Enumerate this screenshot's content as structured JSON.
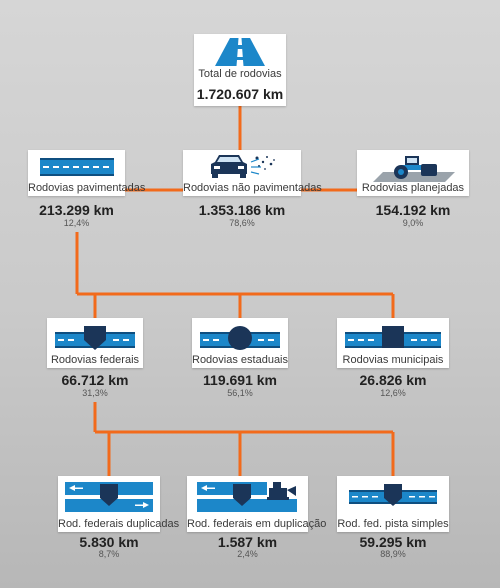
{
  "colors": {
    "connector": "#f26a1b",
    "road": "#1c87c9",
    "road_dark": "#0f4f80",
    "marker": "#1b3558"
  },
  "nodes": {
    "total": {
      "label": "Total de rodovias",
      "value": "1.720.607 km",
      "icon": "road-perspective-icon"
    },
    "pavimentadas": {
      "label": "Rodovias pavimentadas",
      "value": "213.299 km",
      "pct": "12,4%",
      "icon": "paved-road-icon"
    },
    "nao_pav": {
      "label": "Rodovias não pavimentadas",
      "value": "1.353.186 km",
      "pct": "78,6%",
      "icon": "car-dust-icon"
    },
    "planejadas": {
      "label": "Rodovias planejadas",
      "value": "154.192 km",
      "pct": "9,0%",
      "icon": "road-roller-icon"
    },
    "federais": {
      "label": "Rodovias federais",
      "value": "66.712 km",
      "pct": "31,3%",
      "icon": "federal-shield-road-icon"
    },
    "estaduais": {
      "label": "Rodovias estaduais",
      "value": "119.691 km",
      "pct": "56,1%",
      "icon": "state-circle-road-icon"
    },
    "municipais": {
      "label": "Rodovias municipais",
      "value": "26.826 km",
      "pct": "12,6%",
      "icon": "municipal-square-road-icon"
    },
    "duplicadas": {
      "label": "Rod. federais duplicadas",
      "value": "5.830 km",
      "pct": "8,7%",
      "icon": "divided-highway-icon"
    },
    "em_dup": {
      "label": "Rod. federais em duplicação",
      "value": "1.587 km",
      "pct": "2,4%",
      "icon": "highway-construction-icon"
    },
    "simples": {
      "label": "Rod. fed. pista simples",
      "value": "59.295 km",
      "pct": "88,9%",
      "icon": "single-lane-road-icon"
    }
  }
}
